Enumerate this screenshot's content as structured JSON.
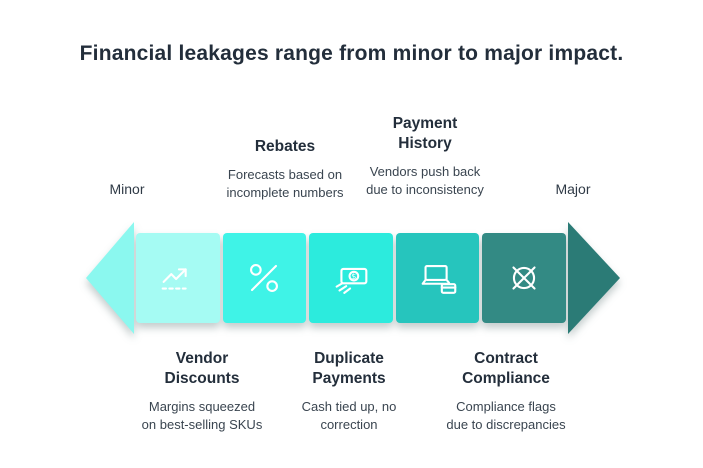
{
  "title": "Financial leakages range from minor to major impact.",
  "scale": {
    "min_label": "Minor",
    "max_label": "Major"
  },
  "annotations_top": [
    {
      "title": "Rebates",
      "subtitle": "Forecasts based on\nincomplete numbers"
    },
    {
      "title": "Payment\nHistory",
      "subtitle": "Vendors push back\ndue to inconsistency"
    }
  ],
  "annotations_bottom": [
    {
      "title": "Vendor\nDiscounts",
      "subtitle": "Margins squeezed\non best-selling SKUs"
    },
    {
      "title": "Duplicate\nPayments",
      "subtitle": "Cash tied up, no\ncorrection"
    },
    {
      "title": "Contract\nCompliance",
      "subtitle": "Compliance flags\ndue to discrepancies"
    }
  ],
  "segments": [
    {
      "name": "vendor-discounts",
      "icon": "trend-chart-icon",
      "color": "#A5FBF3"
    },
    {
      "name": "rebates",
      "icon": "percent-icon",
      "color": "#3FF3E7"
    },
    {
      "name": "duplicate-payments",
      "icon": "cash-in-hand-icon",
      "color": "#2CEBDD"
    },
    {
      "name": "payment-history",
      "icon": "laptop-card-icon",
      "color": "#26C5BD"
    },
    {
      "name": "contract-compliance",
      "icon": "circle-x-icon",
      "color": "#338A84"
    }
  ],
  "colors": {
    "arrow_head_left": "#8BF8EF",
    "arrow_head_right": "#2B7B76",
    "heading_text": "#232E3B",
    "body_text": "#3A4550",
    "icon_stroke": "#FFFFFF"
  }
}
